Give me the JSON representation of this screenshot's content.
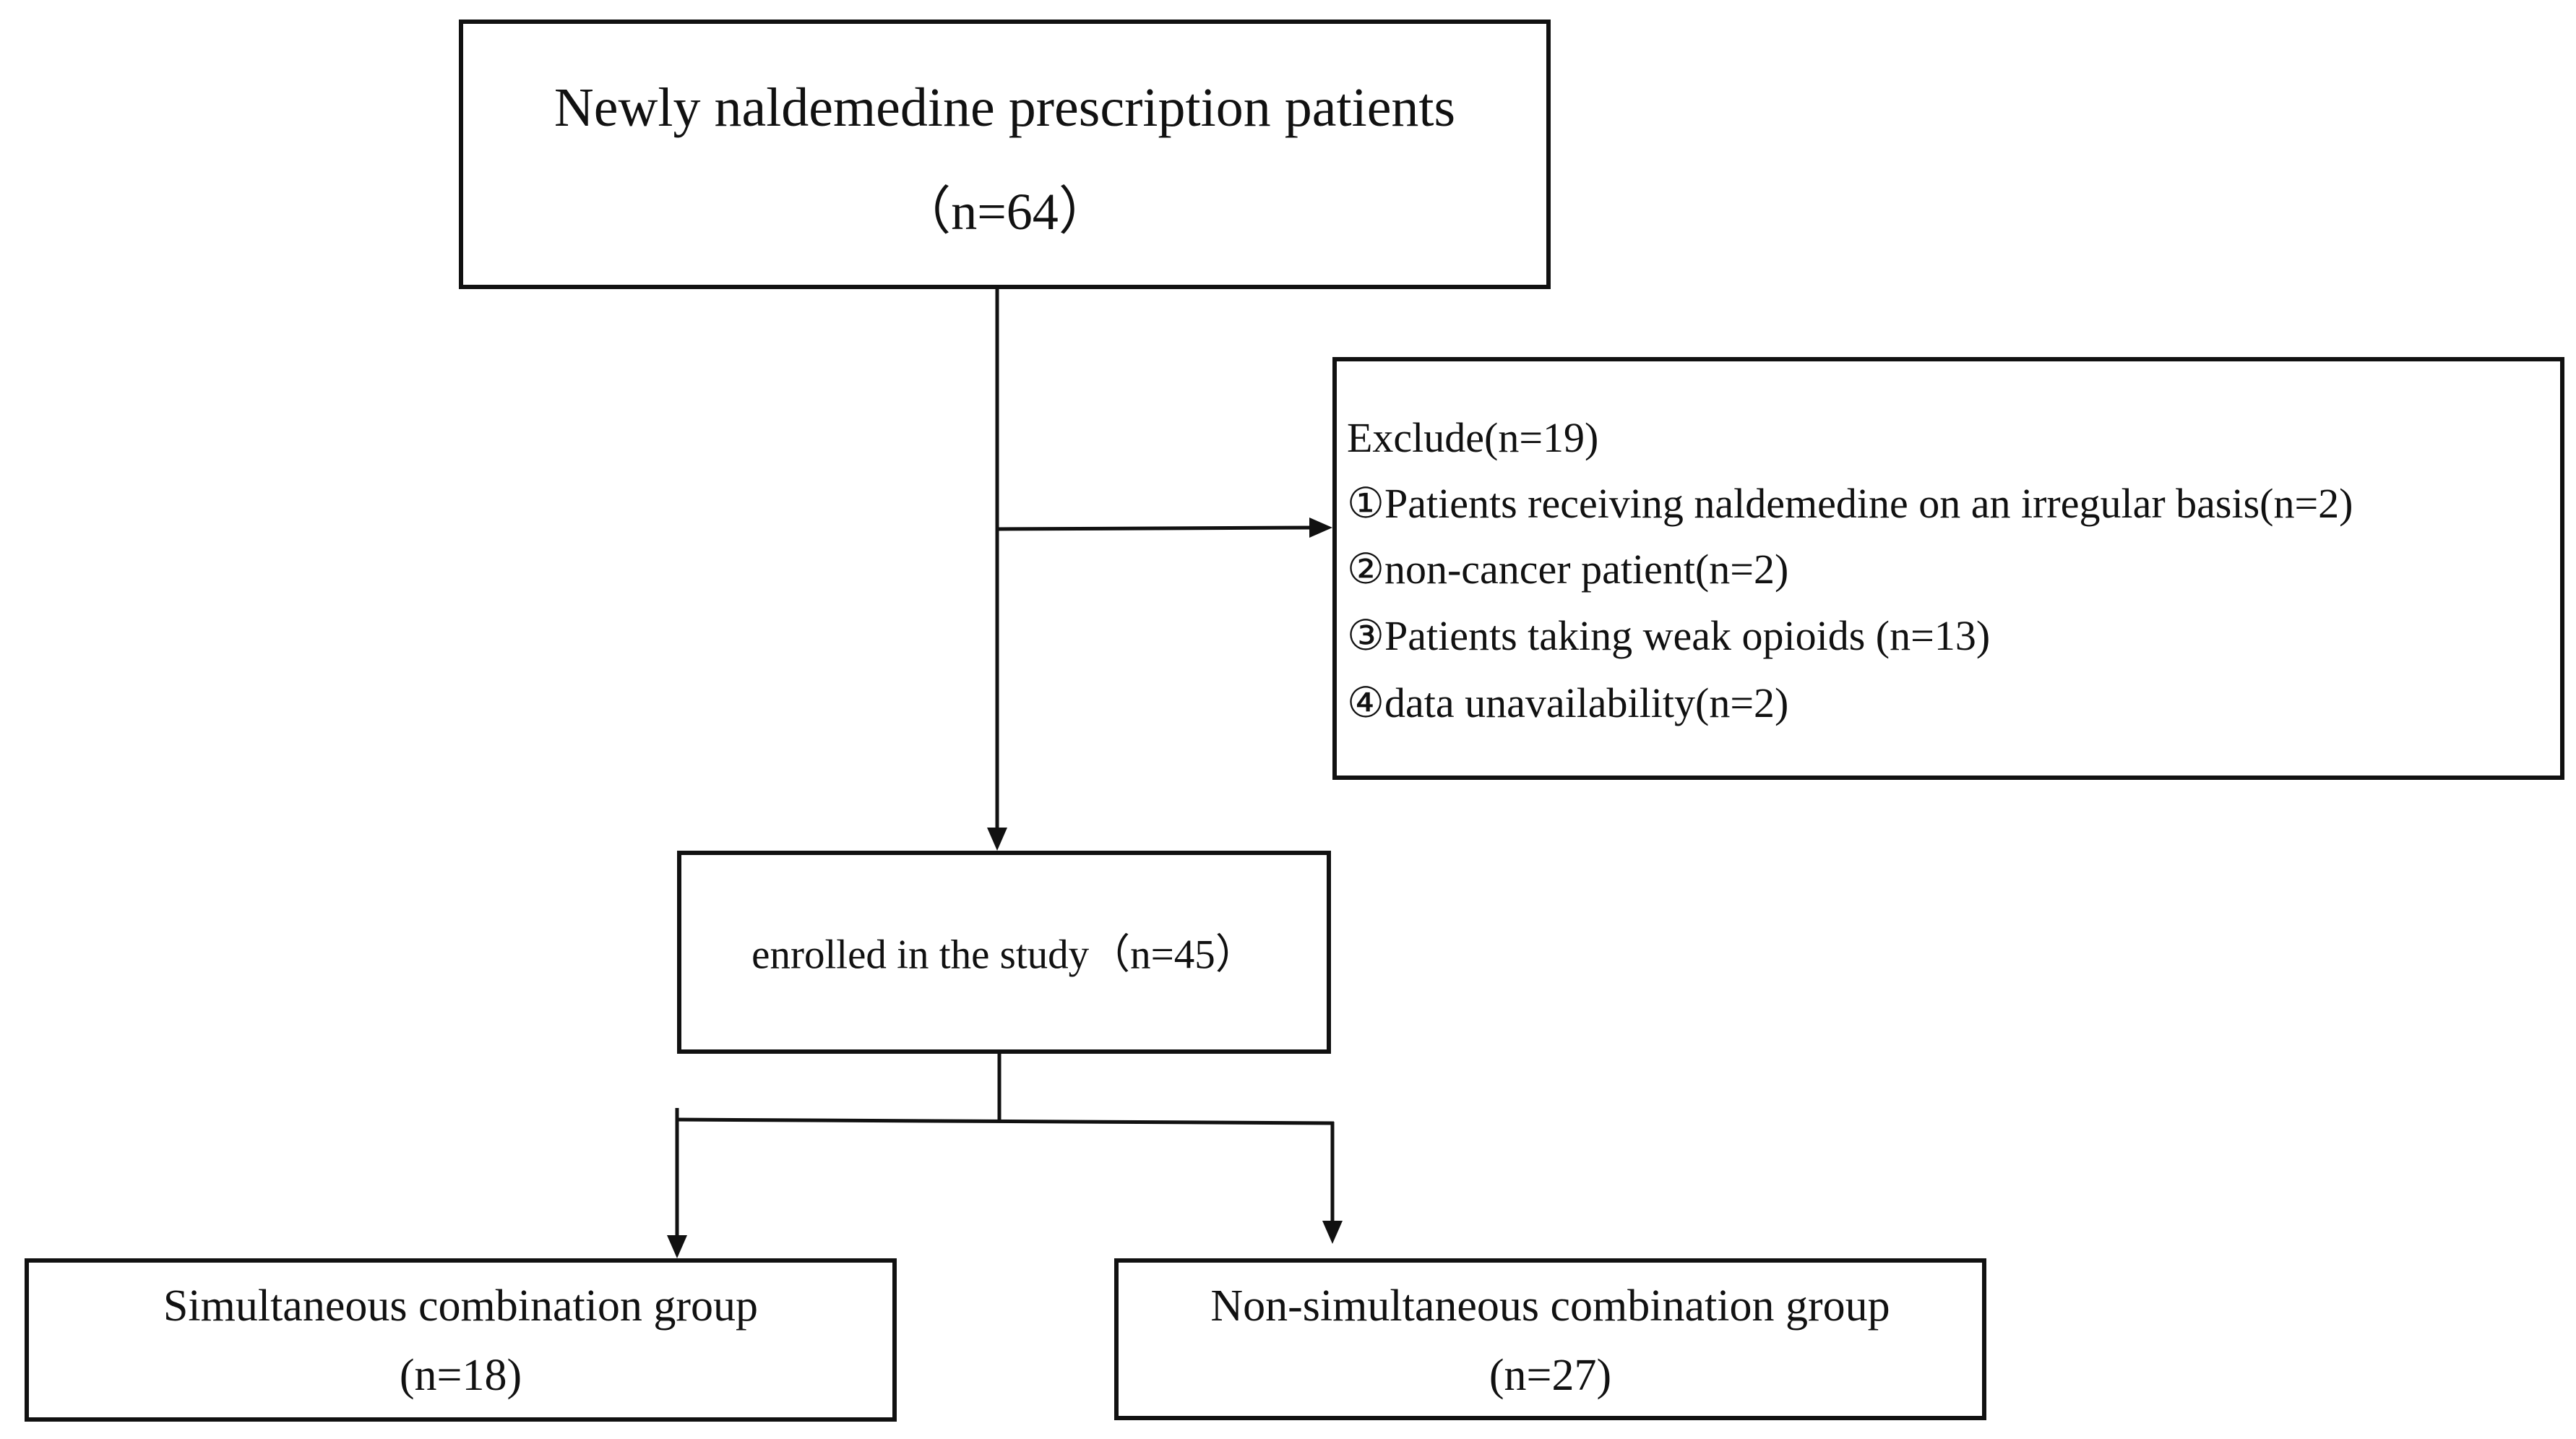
{
  "top_box": {
    "title": "Newly naldemedine prescription patients",
    "count": "（n=64）"
  },
  "exclude_box": {
    "title": "Exclude(n=19)",
    "items": [
      "①Patients receiving naldemedine on an irregular basis(n=2)",
      "②non-cancer patient(n=2)",
      "③Patients taking weak opioids (n=13)",
      "④data unavailability(n=2)"
    ]
  },
  "enrolled_box": {
    "label": "enrolled in the study（n=45）"
  },
  "groups": [
    {
      "name": "Simultaneous combination group",
      "count": "(n=18)"
    },
    {
      "name": "Non-simultaneous combination group",
      "count": "(n=27)"
    }
  ]
}
